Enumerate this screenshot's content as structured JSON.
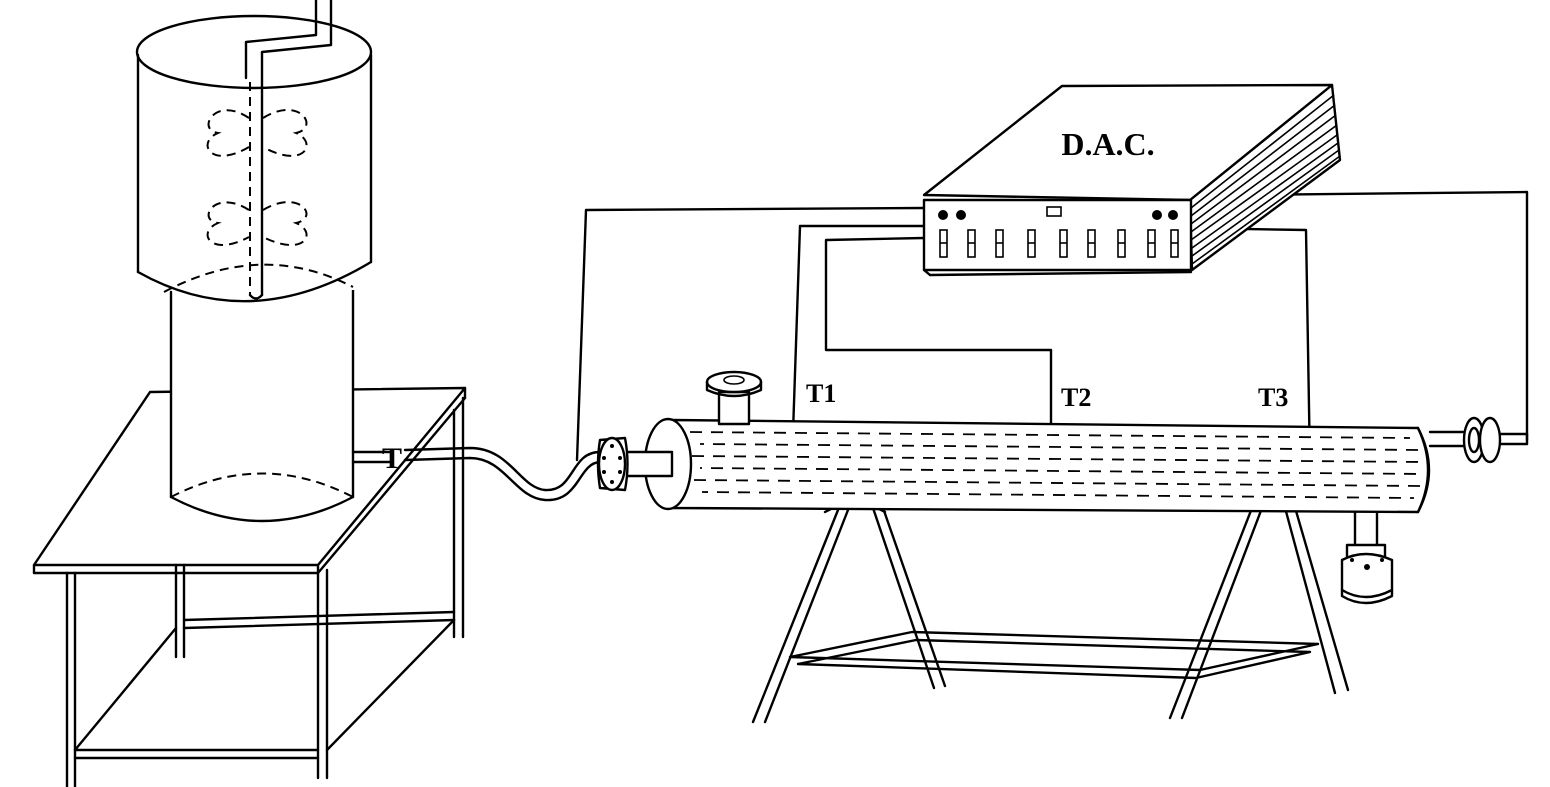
{
  "labels": {
    "dac": "D.A.C.",
    "t1": "T1",
    "t2": "T2",
    "t3": "T3",
    "tee": "T"
  }
}
